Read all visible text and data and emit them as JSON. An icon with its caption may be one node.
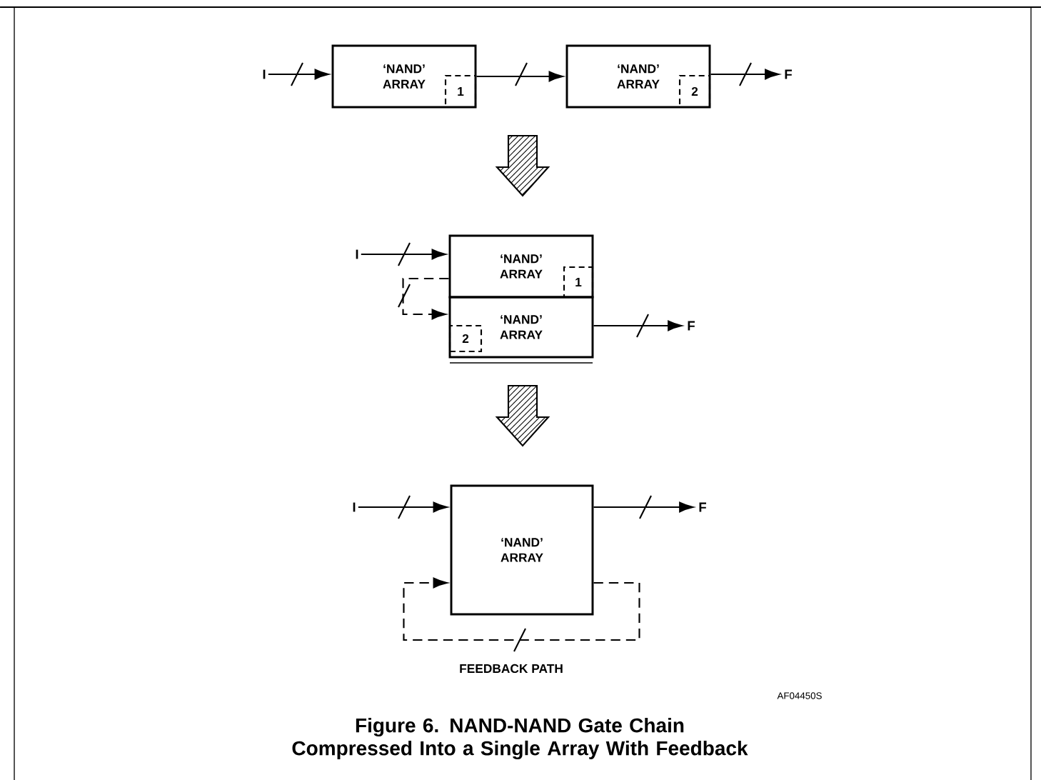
{
  "diagram": {
    "caption": "Figure 6. NAND-NAND Gate Chain Compressed Into a Single Array With Feedback",
    "nodes": [
      {
        "text": [
          "I"
        ]
      },
      {
        "text": [
          "‘NAND’ ARRAY"
        ]
      },
      {
        "text": [
          "1"
        ],
        "in": 1
      },
      {
        "text": [
          "‘NAND’ ARRAY"
        ]
      },
      {
        "text": [
          "2"
        ],
        "in": 3
      },
      {
        "text": [
          "F"
        ]
      },
      {
        "text": [
          "I"
        ]
      },
      {
        "text": [
          "‘NAND’ ARRAY"
        ]
      },
      {
        "text": [
          "1"
        ],
        "in": 7
      },
      {
        "text": [
          "‘NAND’ ARRAY"
        ]
      },
      {
        "text": [
          "2"
        ],
        "in": 9
      },
      {
        "text": [
          "F"
        ]
      },
      {
        "text": [
          "I"
        ]
      },
      {
        "text": [
          "‘NAND’ ARRAY"
        ]
      },
      {
        "text": [
          "F"
        ]
      }
    ],
    "edges": [
      {
        "from": 0,
        "to": 1,
        "arrow": "to"
      },
      {
        "from": 1,
        "to": 3,
        "arrow": "to"
      },
      {
        "from": 3,
        "to": 5,
        "arrow": "to"
      },
      {
        "from": 6,
        "to": 7,
        "arrow": "to"
      },
      {
        "from": 7,
        "to": 9,
        "arrow": "to",
        "style": "dashed"
      },
      {
        "from": 9,
        "to": 11,
        "arrow": "to"
      },
      {
        "from": 12,
        "to": 13,
        "arrow": "to"
      },
      {
        "from": 13,
        "to": 14,
        "arrow": "to"
      },
      {
        "from": 13,
        "to": 13,
        "arrow": "to",
        "style": "dashed",
        "label": "FEEDBACK PATH"
      }
    ],
    "labels": [
      "AF04450S"
    ]
  }
}
